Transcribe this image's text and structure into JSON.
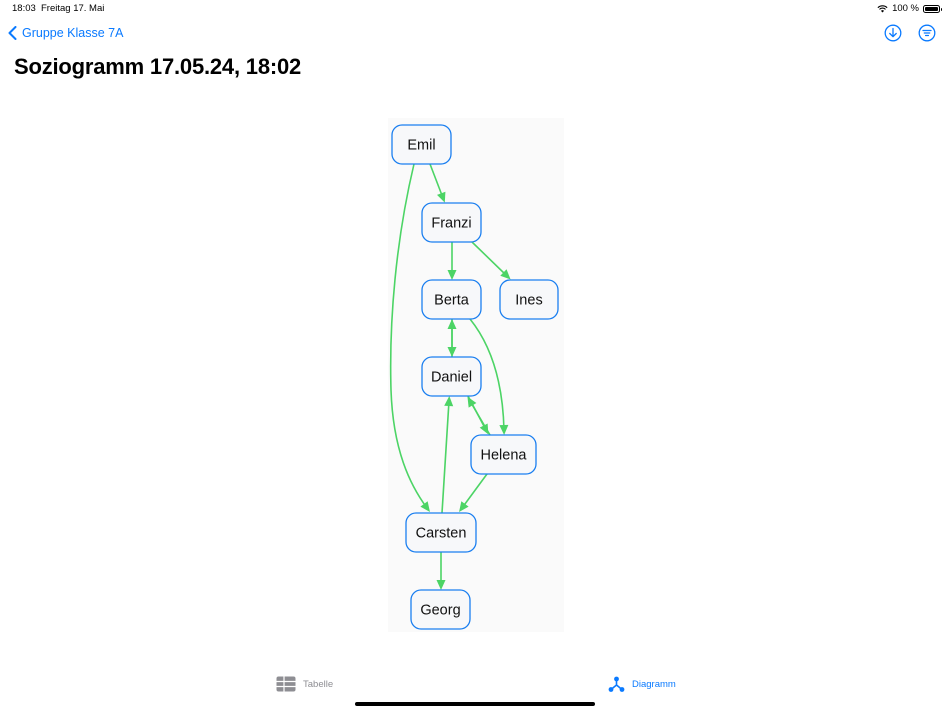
{
  "status_bar": {
    "time": "18:03",
    "date": "Freitag 17. Mai",
    "battery": "100 %"
  },
  "nav": {
    "back_label": "Gruppe Klasse 7A",
    "download_icon": "download-circle-icon",
    "filter_icon": "filter-circle-icon"
  },
  "page_title": "Soziogramm 17.05.24, 18:02",
  "graph": {
    "edge_color": "#4cd465",
    "node_border_color": "#1b7ff0",
    "nodes": [
      "Emil",
      "Franzi",
      "Berta",
      "Ines",
      "Daniel",
      "Helena",
      "Carsten",
      "Georg"
    ],
    "edges": [
      {
        "from": "Emil",
        "to": "Franzi"
      },
      {
        "from": "Emil",
        "to": "Carsten"
      },
      {
        "from": "Franzi",
        "to": "Berta"
      },
      {
        "from": "Franzi",
        "to": "Ines"
      },
      {
        "from": "Berta",
        "to": "Daniel"
      },
      {
        "from": "Daniel",
        "to": "Berta"
      },
      {
        "from": "Berta",
        "to": "Helena"
      },
      {
        "from": "Daniel",
        "to": "Helena"
      },
      {
        "from": "Helena",
        "to": "Daniel"
      },
      {
        "from": "Helena",
        "to": "Carsten"
      },
      {
        "from": "Carsten",
        "to": "Daniel"
      },
      {
        "from": "Carsten",
        "to": "Georg"
      }
    ]
  },
  "tabs": [
    {
      "label": "Tabelle",
      "icon": "table-icon",
      "selected": false
    },
    {
      "label": "Diagramm",
      "icon": "diagram-icon",
      "selected": true
    }
  ]
}
